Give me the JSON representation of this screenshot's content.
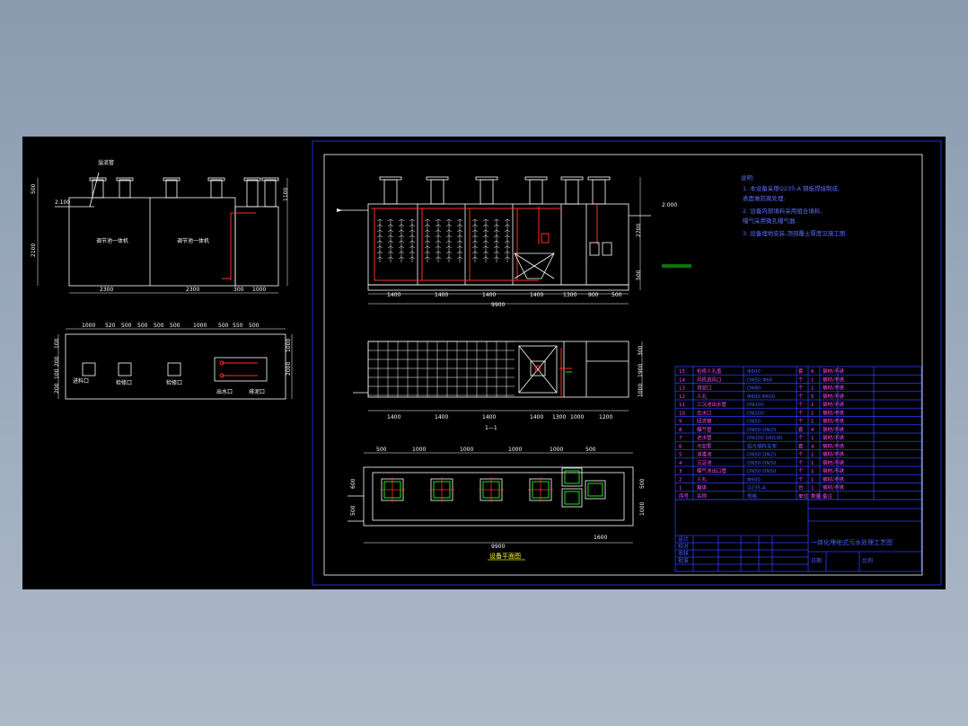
{
  "drawing": {
    "left_elevation": {
      "label_top": "溢流管",
      "tank_labels": [
        "调节池一体机",
        "调节池一体机"
      ],
      "dims_bottom": [
        "2300",
        "2300",
        "300",
        "1000"
      ],
      "dims_left": [
        "500",
        "2100"
      ],
      "dims_right": [
        "1100"
      ],
      "level": "2.100"
    },
    "left_plan": {
      "dims_top": [
        "1000",
        "520",
        "500",
        "500",
        "500",
        "500",
        "1000",
        "500",
        "550",
        "500"
      ],
      "dims_left": [
        "100",
        "200",
        "100",
        "200"
      ],
      "dims_right": [
        "1000",
        "2000"
      ],
      "labels": [
        "进料口",
        "检修口",
        "检修口",
        "出水口",
        "排泥口"
      ]
    },
    "elevation": {
      "dims_bottom": [
        "1400",
        "1400",
        "1400",
        "1400",
        "1300",
        "900",
        "500"
      ],
      "dims_total": "9900",
      "dims_right": [
        "2700",
        "500"
      ],
      "level": "2.000"
    },
    "section": {
      "title": "1—1",
      "dims_bottom": [
        "1400",
        "1400",
        "1400",
        "1400",
        "1300",
        "1000",
        "1200"
      ],
      "dims_right": [
        "300",
        "1900",
        "1000"
      ]
    },
    "plan": {
      "title": "设备平面图",
      "dims_top": [
        "500",
        "1000",
        "1000",
        "1000",
        "1000",
        "500"
      ],
      "dims_bottom": [
        "9900",
        "1600"
      ],
      "dims_left": [
        "600",
        "500"
      ],
      "dims_right": [
        "500",
        "1000"
      ]
    },
    "notes": [
      "说明:",
      "1. 本设备采用Q235-A 钢板焊接制成,",
      "   表面做防腐处理.",
      "2. 设备内部填料采用组合填料,",
      "   曝气采用微孔曝气器.",
      "3. 设备埋地安装,顶部覆土厚度见施工图."
    ],
    "parts_table": {
      "rows": [
        [
          "15",
          "检修人孔盖",
          "Φ600",
          "套",
          "6",
          "钢材/不锈"
        ],
        [
          "14",
          "风机进风口",
          "DN50 Φ60",
          "个",
          "1",
          "钢材/不锈"
        ],
        [
          "13",
          "排泥口",
          "DN80",
          "个",
          "1",
          "钢材/不锈"
        ],
        [
          "12",
          "人孔",
          "Φ600 Φ600",
          "个",
          "5",
          "钢材/不锈"
        ],
        [
          "11",
          "二沉池出水管",
          "DN100",
          "个",
          "1",
          "钢材/不锈"
        ],
        [
          "10",
          "出水口",
          "DN100",
          "个",
          "1",
          "钢材/不锈"
        ],
        [
          "9",
          "回流管",
          "DN50",
          "个",
          "1",
          "钢材/不锈"
        ],
        [
          "8",
          "曝气管",
          "DN50 DN25",
          "套",
          "4",
          "钢材/不锈"
        ],
        [
          "7",
          "进水管",
          "DN100 DN100",
          "个",
          "1",
          "钢材/不锈"
        ],
        [
          "6",
          "污泥泵",
          "组合填料支架",
          "套",
          "4",
          "钢材/不锈"
        ],
        [
          "5",
          "消毒池",
          "DN50 DN25",
          "个",
          "1",
          "钢材/不锈"
        ],
        [
          "4",
          "沉淀池",
          "DN50 DN50",
          "个",
          "1",
          "钢材/不锈"
        ],
        [
          "3",
          "曝气池出口管",
          "DN50 DN50",
          "个",
          "1",
          "钢材/不锈"
        ],
        [
          "2",
          "人孔",
          "Φ600",
          "个",
          "1",
          "钢材/不锈"
        ],
        [
          "1",
          "箱体",
          "Q235-A",
          "台",
          "1",
          "钢材/不锈"
        ]
      ],
      "header": [
        "序号",
        "名称",
        "规格",
        "单位",
        "数量",
        "备注"
      ]
    },
    "title_block": {
      "title": "一体化埋地式污水处理工艺图",
      "small_labels": [
        "设计",
        "校对",
        "审核",
        "批准",
        "日期",
        "比例"
      ]
    }
  },
  "colors": {
    "background": "#000000",
    "border": "#2b3cff",
    "outline": "#ffffff",
    "pipe": "#ff2a2a",
    "hatch": "#17e617",
    "dim_text": "#ffffff",
    "notes": "#5a6cff",
    "table_text": "#ff4cff"
  }
}
